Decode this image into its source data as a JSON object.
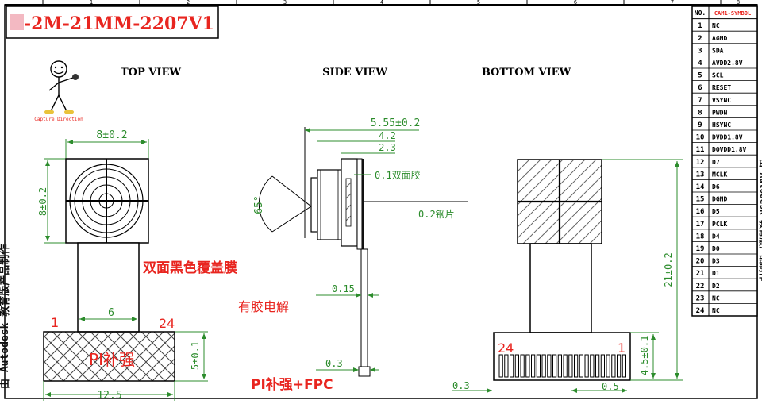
{
  "drawing": {
    "part_number": "-2M-21MM-2207V1",
    "views": {
      "top": "TOP VIEW",
      "side": "SIDE VIEW",
      "bottom": "BOTTOM VIEW"
    },
    "mascot_caption": "Capture Direction",
    "vertical_text": "由 Autodesk 教育版产品制作",
    "ruler": [
      "1",
      "2",
      "3",
      "4",
      "5",
      "6",
      "7",
      "8"
    ],
    "top_view": {
      "width": "8±0.2",
      "height": "8±0.2",
      "tail_width": "6",
      "stiffener_width": "12.5",
      "stiffener_height": "5±0.1",
      "pin_first": "1",
      "pin_last": "24",
      "film_note": "双面黑色覆盖膜",
      "pi_label": "PI补强"
    },
    "side_view": {
      "dim_total": "5.55±0.2",
      "dim_mid": "4.2",
      "dim_small": "2.3",
      "angle": "65°",
      "tape_note": "0.1双面胶",
      "steel_note": "0.2钢片",
      "t1": "0.15",
      "glue_note": "有胶电解",
      "t2": "0.3",
      "fpc_note": "PI补强+FPC"
    },
    "bottom_view": {
      "length": "21±0.2",
      "pad_height": "4.5±0.1",
      "pitch_left": "0.3",
      "pitch_right": "0.5",
      "pin_first": "24",
      "pin_last": "1"
    },
    "pin_table": {
      "headers": [
        "NO.",
        "CAM1-SYMBOL"
      ],
      "rows": [
        [
          "1",
          "NC"
        ],
        [
          "2",
          "AGND"
        ],
        [
          "3",
          "SDA"
        ],
        [
          "4",
          "AVDD2.8V"
        ],
        [
          "5",
          "SCL"
        ],
        [
          "6",
          "RESET"
        ],
        [
          "7",
          "VSYNC"
        ],
        [
          "8",
          "PWDN"
        ],
        [
          "9",
          "HSYNC"
        ],
        [
          "10",
          "DVDD1.8V"
        ],
        [
          "11",
          "DOVDD1.8V"
        ],
        [
          "12",
          "D7"
        ],
        [
          "13",
          "MCLK"
        ],
        [
          "14",
          "D6"
        ],
        [
          "15",
          "DGND"
        ],
        [
          "16",
          "D5"
        ],
        [
          "17",
          "PCLK"
        ],
        [
          "18",
          "D4"
        ],
        [
          "19",
          "D0"
        ],
        [
          "20",
          "D3"
        ],
        [
          "21",
          "D1"
        ],
        [
          "22",
          "D2"
        ],
        [
          "23",
          "NC"
        ],
        [
          "24",
          "NC"
        ]
      ]
    },
    "colors": {
      "annotation_red": "#e8251f",
      "dimension_green": "#2c8c2c",
      "line": "#000000"
    }
  }
}
